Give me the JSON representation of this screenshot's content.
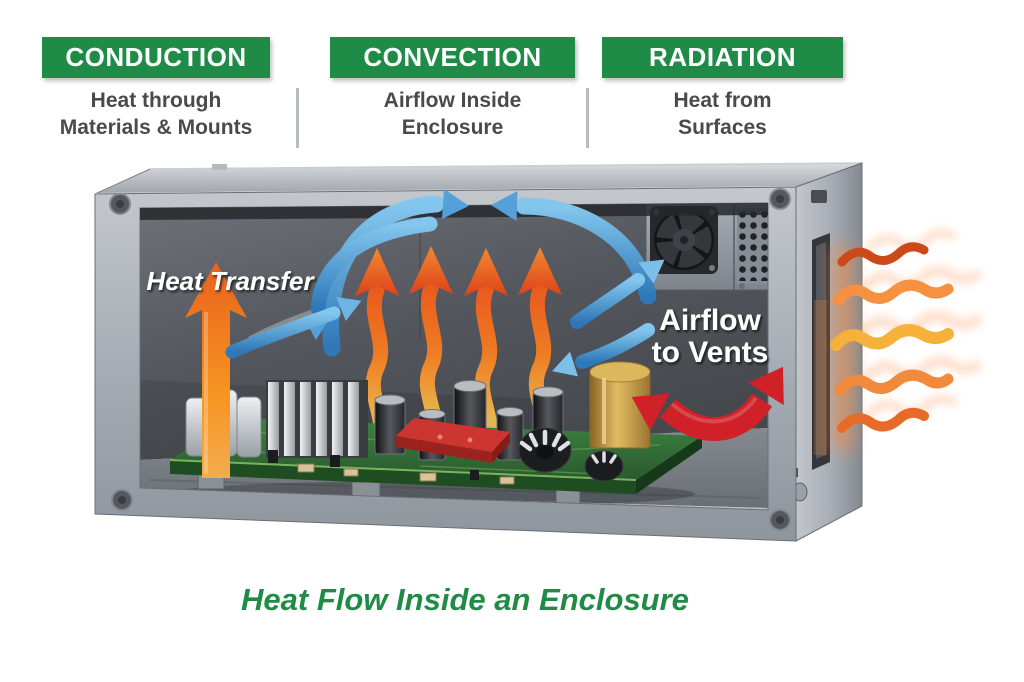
{
  "header": {
    "box_color": "#1e8c46",
    "label_color": "#ffffff",
    "subtitle_color": "#4a4a4a",
    "divider_color": "#b7bbbd",
    "columns": [
      {
        "id": "conduction",
        "label": "CONDUCTION",
        "subtitle_line1": "Heat through",
        "subtitle_line2": "Materials & Mounts"
      },
      {
        "id": "convection",
        "label": "CONVECTION",
        "subtitle_line1": "Airflow Inside",
        "subtitle_line2": "Enclosure"
      },
      {
        "id": "radiation",
        "label": "RADIATION",
        "subtitle_line1": "Heat from",
        "subtitle_line2": "Surfaces"
      }
    ]
  },
  "diagram": {
    "heat_transfer_label": "Heat Transfer",
    "airflow_label_line1": "Airflow",
    "airflow_label_line2": "to Vents",
    "label_color": "#ffffff",
    "conduction_arrow_color": "#f08020",
    "convection_arrow_color": "#55a0d8",
    "exhaust_arrow_color": "#cf2127",
    "radiation_wave_colors": [
      "#cc4a1a",
      "#f59140",
      "#f6b13b",
      "#f08a3c",
      "#e86a28"
    ],
    "enclosure_metal_color": "#aab0b6",
    "interior_color": "#55595f",
    "pcb_color": "#2f6f33",
    "graphics": [
      "enclosure-lid",
      "enclosure-right-panel",
      "vent-slot",
      "front-frame",
      "corner-screws",
      "cooling-fan",
      "perforated-vent",
      "circuit-board",
      "heatsink",
      "capacitors",
      "red-module",
      "toroid-inductor",
      "gold-capacitor",
      "conduction-arrow",
      "rising-heat-arrows",
      "convection-arrows",
      "exhaust-arrow",
      "radiation-waves"
    ]
  },
  "caption": {
    "text": "Heat Flow Inside an Enclosure",
    "color": "#1f8b45"
  }
}
